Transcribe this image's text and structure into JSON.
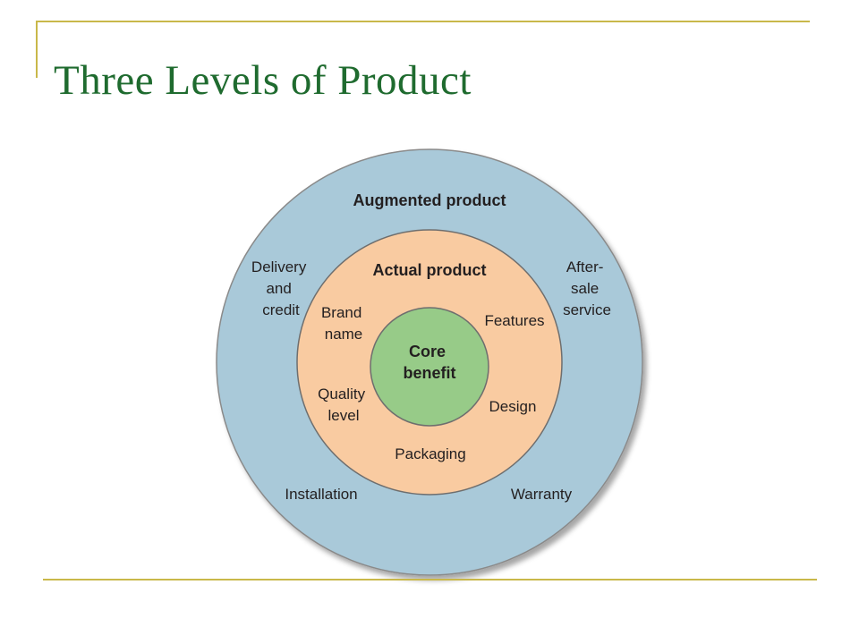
{
  "slide": {
    "title": "Three Levels of Product",
    "accent_color": "#c9b84a",
    "title_color": "#1f6b2f"
  },
  "diagram": {
    "colors": {
      "augmented": "#a9c9d9",
      "actual": "#f9cba1",
      "core": "#97cb88",
      "stroke": "#8a8a8a"
    },
    "augmented_ring": {
      "heading": "Augmented product",
      "delivery": [
        "Delivery",
        "and",
        "credit"
      ],
      "after_sale": [
        "After-",
        "sale",
        "service"
      ],
      "installation": "Installation",
      "warranty": "Warranty"
    },
    "actual_ring": {
      "heading": "Actual product",
      "brand_name": [
        "Brand",
        "name"
      ],
      "features": "Features",
      "quality_level": [
        "Quality",
        "level"
      ],
      "design": "Design",
      "packaging": "Packaging"
    },
    "core": {
      "label": [
        "Core",
        "benefit"
      ]
    }
  }
}
